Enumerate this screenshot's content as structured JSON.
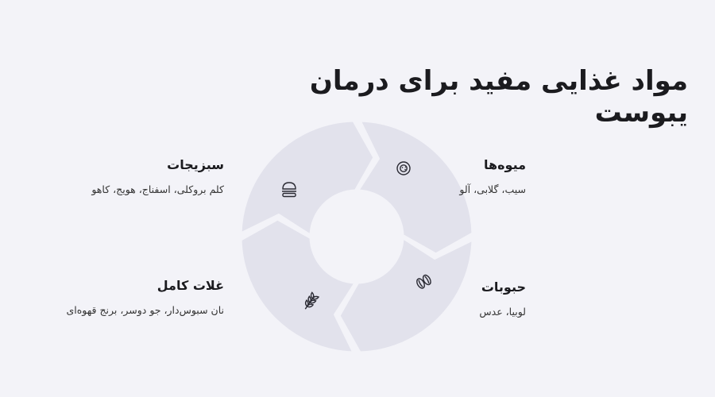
{
  "title": "مواد غذایی مفید برای درمان یبوست",
  "segments": [
    {
      "heading": "میوه‌ها",
      "items": "سیب، گلابی، آلو",
      "icon": "fruit-icon"
    },
    {
      "heading": "حبوبات",
      "items": "لوبیا، عدس",
      "icon": "beans-icon"
    },
    {
      "heading": "غلات کامل",
      "items": "نان سبوس‌دار، جو دوسر، برنج قهوه‌ای",
      "icon": "wheat-icon"
    },
    {
      "heading": "سبزیجات",
      "items": "کلم بروکلی، اسفناج، هویج، کاهو",
      "icon": "vegetable-icon"
    }
  ],
  "colors": {
    "segment": "#e2e2ec",
    "background": "#f3f3f8",
    "text": "#1b1b1f"
  }
}
